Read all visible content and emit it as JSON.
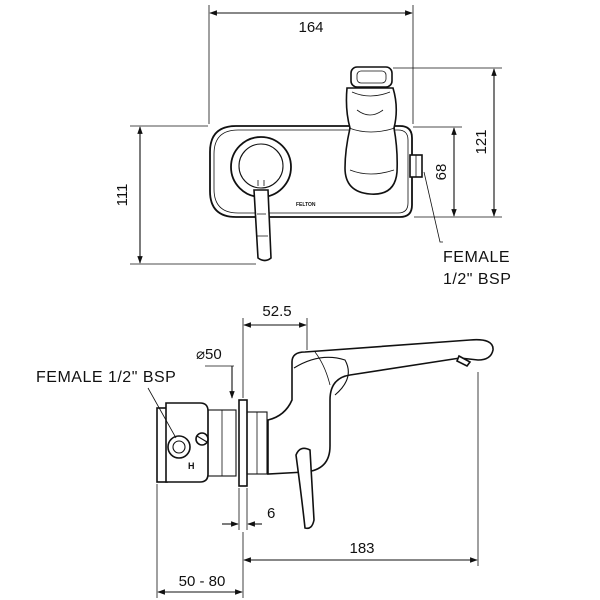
{
  "front_view": {
    "width_dim": "164",
    "height_dim_left": "111",
    "height_dim_right": "121",
    "outlet_dim": "68",
    "brand": "FELTON",
    "outlet_label_line1": "FEMALE",
    "outlet_label_line2": "1/2\" BSP"
  },
  "side_view": {
    "wall_projection_dim": "52.5",
    "diameter_dim": "⌀50",
    "inlet_label": "FEMALE 1/2\" BSP",
    "plate_thickness_dim": "6",
    "spout_reach_dim": "183",
    "body_depth_dim": "50 - 80",
    "hot_mark": "H"
  }
}
